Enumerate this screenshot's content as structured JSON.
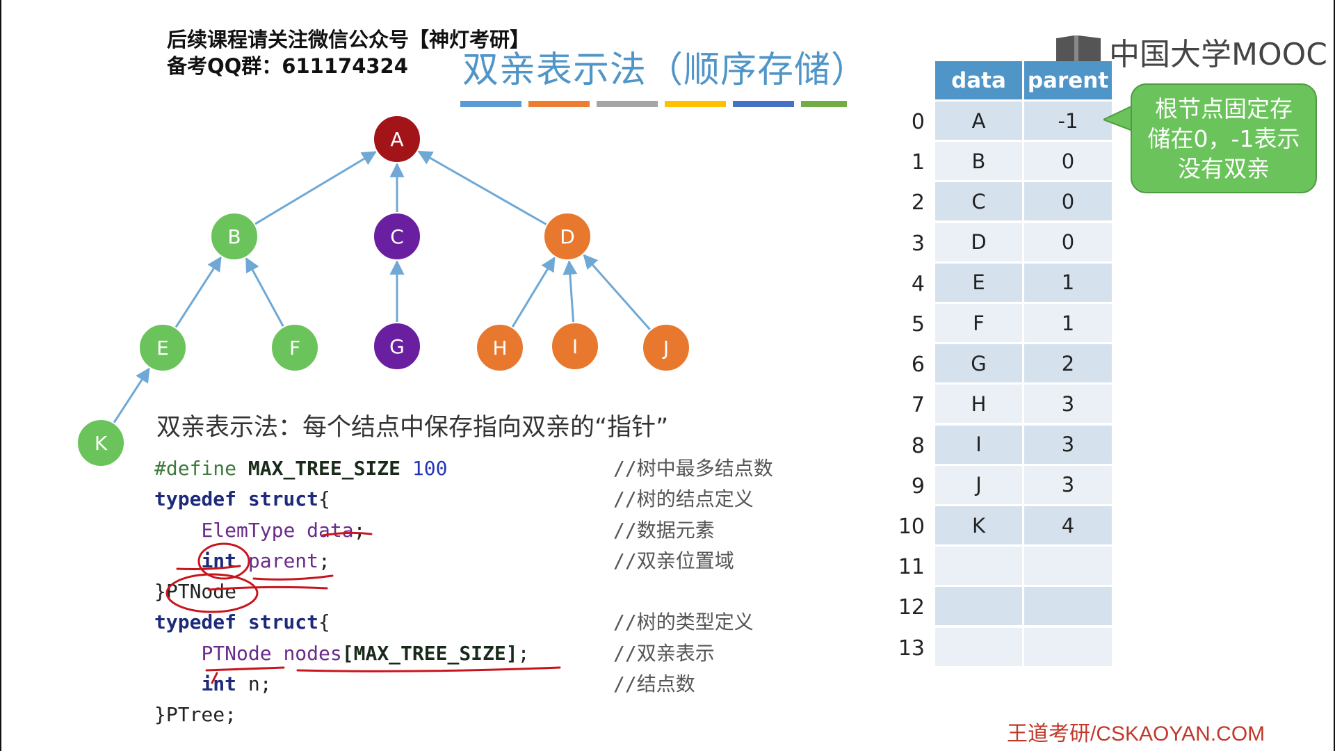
{
  "header": {
    "notice_line1": "后续课程请关注微信公众号【神灯考研】",
    "notice_line2": "备考QQ群：611174324",
    "title": "双亲表示法（顺序存储）",
    "mooc_label": "中国大学MOOC",
    "title_bar_colors": [
      "#5b9bd5",
      "#ed7d31",
      "#a5a5a5",
      "#ffc000",
      "#4472c4",
      "#70ad47"
    ]
  },
  "tree": {
    "nodes": [
      {
        "label": "A",
        "color": "#a31419"
      },
      {
        "label": "B",
        "color": "#6bc35b"
      },
      {
        "label": "C",
        "color": "#6a1fa0"
      },
      {
        "label": "D",
        "color": "#e8782e"
      },
      {
        "label": "E",
        "color": "#6bc35b"
      },
      {
        "label": "F",
        "color": "#6bc35b"
      },
      {
        "label": "G",
        "color": "#6a1fa0"
      },
      {
        "label": "H",
        "color": "#e8782e"
      },
      {
        "label": "I",
        "color": "#e8782e"
      },
      {
        "label": "J",
        "color": "#e8782e"
      },
      {
        "label": "K",
        "color": "#6bc35b"
      }
    ],
    "edges": [
      [
        "B",
        "A"
      ],
      [
        "C",
        "A"
      ],
      [
        "D",
        "A"
      ],
      [
        "E",
        "B"
      ],
      [
        "F",
        "B"
      ],
      [
        "G",
        "C"
      ],
      [
        "H",
        "D"
      ],
      [
        "I",
        "D"
      ],
      [
        "J",
        "D"
      ],
      [
        "K",
        "E"
      ]
    ]
  },
  "description": "双亲表示法：每个结点中保存指向双亲的“指针”",
  "code": {
    "line1": {
      "pp": "#define",
      "macro": "MAX_TREE_SIZE",
      "num": "100",
      "comment": "//树中最多结点数"
    },
    "line2": {
      "kw": "typedef struct",
      "rest": "{",
      "comment": "//树的结点定义"
    },
    "line3": {
      "type": "ElemType",
      "field": "data",
      "end": ";",
      "comment": "//数据元素"
    },
    "line4": {
      "kw": "int",
      "field": "parent",
      "end": ";",
      "comment": "//双亲位置域"
    },
    "line5": {
      "text": "}PTNode"
    },
    "line6": {
      "kw": "typedef struct",
      "rest": "{",
      "comment": "//树的类型定义"
    },
    "line7": {
      "type": "PTNode",
      "field": "nodes",
      "macro": "[MAX_TREE_SIZE]",
      "end": ";",
      "comment": "//双亲表示"
    },
    "line8": {
      "kw": "int",
      "field": "n",
      "end": ";",
      "comment": "//结点数"
    },
    "line9": {
      "text": "}PTree;"
    }
  },
  "table": {
    "headers": [
      "data",
      "parent"
    ],
    "rows": [
      {
        "index": "0",
        "data": "A",
        "parent": "-1"
      },
      {
        "index": "1",
        "data": "B",
        "parent": "0"
      },
      {
        "index": "2",
        "data": "C",
        "parent": "0"
      },
      {
        "index": "3",
        "data": "D",
        "parent": "0"
      },
      {
        "index": "4",
        "data": "E",
        "parent": "1"
      },
      {
        "index": "5",
        "data": "F",
        "parent": "1"
      },
      {
        "index": "6",
        "data": "G",
        "parent": "2"
      },
      {
        "index": "7",
        "data": "H",
        "parent": "3"
      },
      {
        "index": "8",
        "data": "I",
        "parent": "3"
      },
      {
        "index": "9",
        "data": "J",
        "parent": "3"
      },
      {
        "index": "10",
        "data": "K",
        "parent": "4"
      },
      {
        "index": "11",
        "data": "",
        "parent": ""
      },
      {
        "index": "12",
        "data": "",
        "parent": ""
      },
      {
        "index": "13",
        "data": "",
        "parent": ""
      }
    ],
    "header_color": "#4f95c8",
    "row_color_dark": "#d5e2ee",
    "row_color_light": "#eaf0f6"
  },
  "callout": {
    "text": "根节点固定存储在0，-1表示没有双亲",
    "color": "#6bc35b"
  },
  "footer": "王道考研/CSKAOYAN.COM"
}
